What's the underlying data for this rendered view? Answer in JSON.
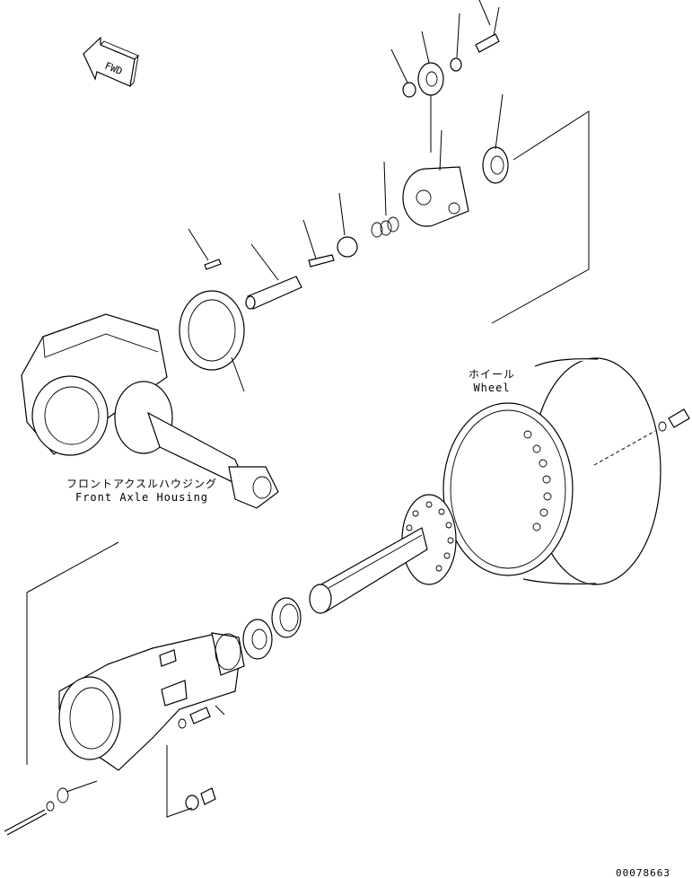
{
  "direction_marker": {
    "text": "FWD"
  },
  "labels": {
    "wheel_jp": "ホイール",
    "wheel_en": "Wheel",
    "housing_jp": "フロントアクスルハウジング",
    "housing_en": "Front Axle Housing"
  },
  "figure_number": "00078663"
}
